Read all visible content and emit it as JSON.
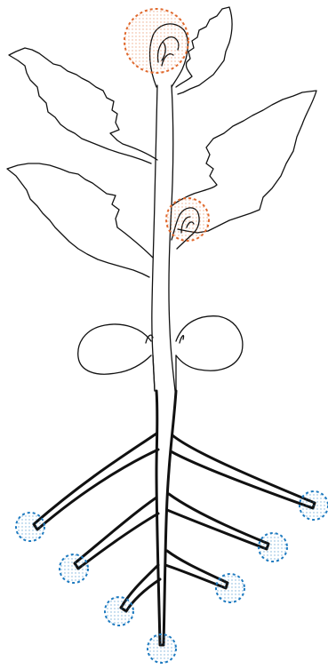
{
  "diagram": {
    "meristem_colors": {
      "shoot": "#e0692d",
      "root": "#1f7bc0"
    },
    "outline_color": "#111111",
    "shoot_meristems": [
      {
        "name": "apical-shoot-meristem"
      },
      {
        "name": "axillary-bud-meristem"
      }
    ],
    "root_meristems": [
      {
        "name": "root-tip-meristem-left-upper"
      },
      {
        "name": "root-tip-meristem-left-middle"
      },
      {
        "name": "root-tip-meristem-left-lower"
      },
      {
        "name": "root-tip-meristem-bottom"
      },
      {
        "name": "root-tip-meristem-right-lower"
      },
      {
        "name": "root-tip-meristem-right-middle"
      },
      {
        "name": "root-tip-meristem-right-upper"
      }
    ]
  }
}
